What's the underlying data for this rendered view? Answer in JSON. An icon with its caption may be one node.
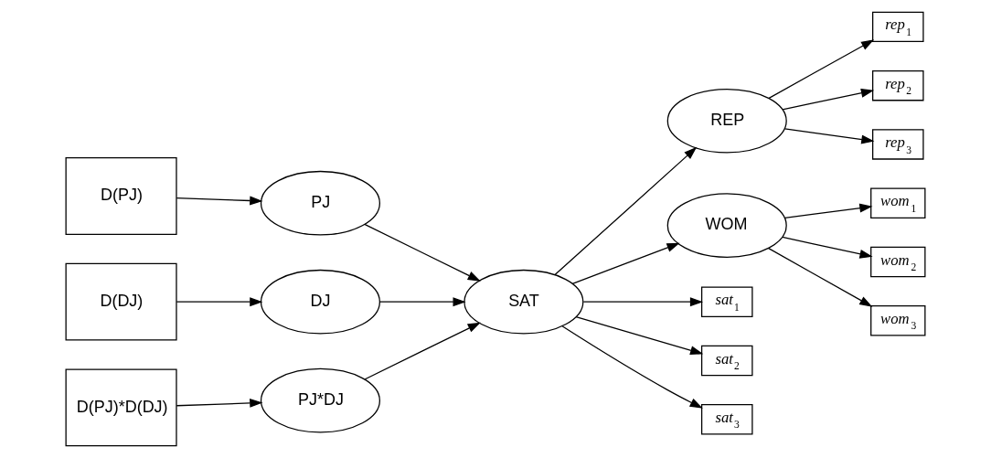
{
  "diagram": {
    "nodes": [
      {
        "text": [
          "D(PJ)"
        ]
      },
      {
        "text": [
          "PJ"
        ]
      },
      {
        "text": [
          "D(DJ)"
        ]
      },
      {
        "text": [
          "DJ"
        ]
      },
      {
        "text": [
          "D(PJ)*D(DJ)"
        ]
      },
      {
        "text": [
          "PJ*DJ"
        ]
      },
      {
        "text": [
          "SAT"
        ]
      },
      {
        "text": [
          "REP"
        ]
      },
      {
        "text": [
          "WOM"
        ]
      },
      {
        "text": [
          "rep$_{1}$"
        ]
      },
      {
        "text": [
          "rep$_{2}$"
        ]
      },
      {
        "text": [
          "rep$_{3}$"
        ]
      },
      {
        "text": [
          "sat$_{1}$"
        ]
      },
      {
        "text": [
          "sat$_{2}$"
        ]
      },
      {
        "text": [
          "sat$_{3}$"
        ]
      },
      {
        "text": [
          "wom$_{1}$"
        ]
      },
      {
        "text": [
          "wom$_{2}$"
        ]
      },
      {
        "text": [
          "wom$_{3}$"
        ]
      }
    ],
    "edges": [
      {
        "from": 0,
        "to": 1,
        "arrow": "to"
      },
      {
        "from": 2,
        "to": 3,
        "arrow": "to"
      },
      {
        "from": 4,
        "to": 5,
        "arrow": "to"
      },
      {
        "from": 1,
        "to": 6,
        "arrow": "to"
      },
      {
        "from": 3,
        "to": 6,
        "arrow": "to"
      },
      {
        "from": 5,
        "to": 6,
        "arrow": "to"
      },
      {
        "from": 6,
        "to": 7,
        "arrow": "to"
      },
      {
        "from": 6,
        "to": 8,
        "arrow": "to"
      },
      {
        "from": 7,
        "to": 9,
        "arrow": "to"
      },
      {
        "from": 7,
        "to": 10,
        "arrow": "to"
      },
      {
        "from": 7,
        "to": 11,
        "arrow": "to"
      },
      {
        "from": 6,
        "to": 12,
        "arrow": "to"
      },
      {
        "from": 6,
        "to": 13,
        "arrow": "to"
      },
      {
        "from": 6,
        "to": 14,
        "arrow": "to"
      },
      {
        "from": 8,
        "to": 15,
        "arrow": "to"
      },
      {
        "from": 8,
        "to": 16,
        "arrow": "to"
      },
      {
        "from": 8,
        "to": 17,
        "arrow": "to"
      }
    ]
  }
}
